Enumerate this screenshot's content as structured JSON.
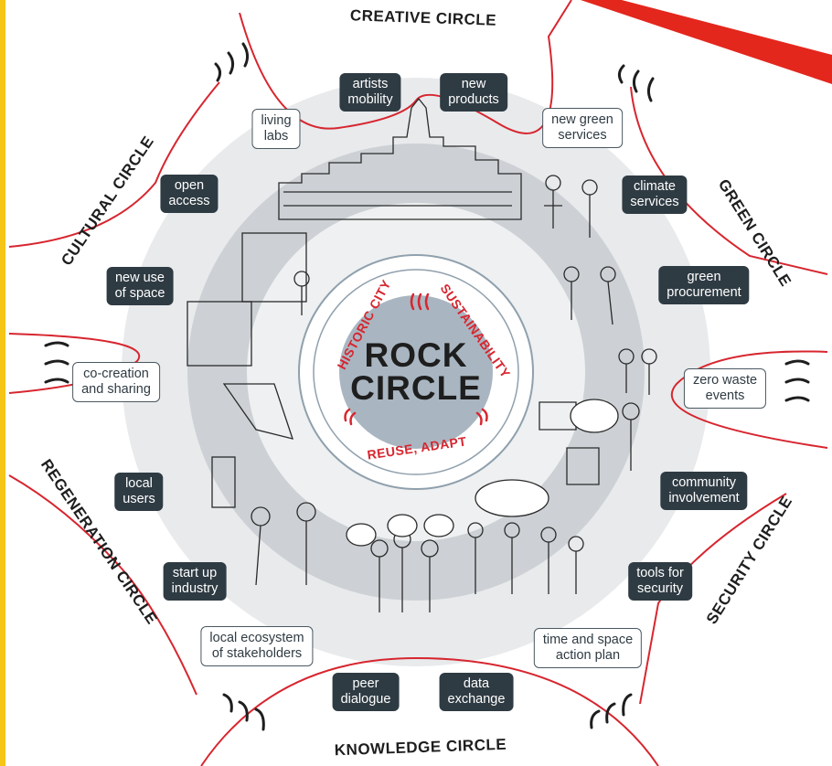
{
  "circles": {
    "creative": "CREATIVE CIRCLE",
    "green": "GREEN CIRCLE",
    "security": "SECURITY CIRCLE",
    "knowledge": "KNOWLEDGE CIRCLE",
    "regeneration": "REGENERATION CIRCLE",
    "cultural": "CULTURAL CIRCLE"
  },
  "logo": {
    "line1": "ROCK",
    "line2": "CIRCLE"
  },
  "ring_words": {
    "historic_city": "HISTORIC CITY",
    "sustainability": "SUSTAINABILITY",
    "reuse_adapt": "REUSE, ADAPT"
  },
  "tags": {
    "artists_mobility": "artists\nmobility",
    "new_products": "new\nproducts",
    "living_labs": "living\nlabs",
    "new_green_services": "new green\nservices",
    "open_access": "open\naccess",
    "climate_services": "climate\nservices",
    "new_use_of_space": "new use\nof space",
    "green_procurement": "green\nprocurement",
    "co_creation": "co-creation\nand sharing",
    "zero_waste": "zero waste\nevents",
    "local_users": "local\nusers",
    "community_involvement": "community\ninvolvement",
    "start_up_industry": "start up\nindustry",
    "tools_for_security": "tools for\nsecurity",
    "local_ecosystem": "local ecosystem\nof stakeholders",
    "time_space_plan": "time and space\naction plan",
    "peer_dialogue": "peer\ndialogue",
    "data_exchange": "data\nexchange"
  },
  "colors": {
    "accent_red": "#d7262f",
    "tag_dark": "#2f3b43",
    "outer_disc": "#e6e8ea",
    "mid_ring": "#c8ccd0",
    "inner_disc": "#a9b6c1",
    "yellow_edge": "#f5c518"
  }
}
